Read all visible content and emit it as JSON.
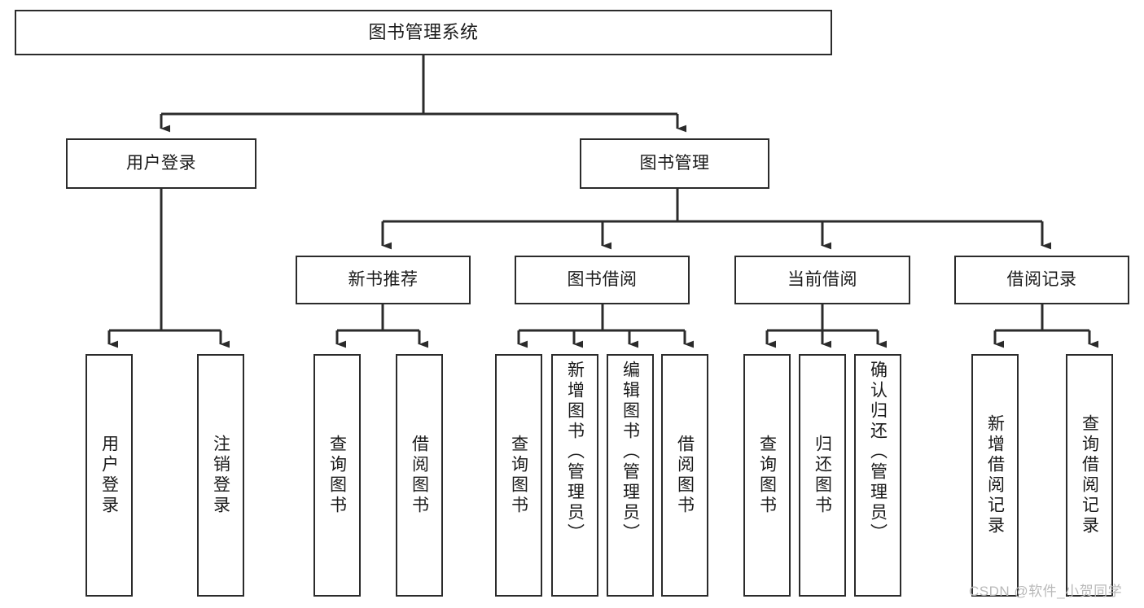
{
  "diagram": {
    "type": "tree",
    "title": "图书管理系统",
    "orientation": "top-down",
    "colors": {
      "box_border": "#2b2b2b",
      "box_fill": "#ffffff",
      "edge": "#2b2b2b",
      "text": "#1a1a1a",
      "watermark": "#b9b9b9"
    },
    "root": {
      "label": "图书管理系统"
    },
    "level2": [
      {
        "label": "用户登录"
      },
      {
        "label": "图书管理"
      }
    ],
    "level3": [
      {
        "label": "新书推荐"
      },
      {
        "label": "图书借阅"
      },
      {
        "label": "当前借阅"
      },
      {
        "label": "借阅记录"
      }
    ],
    "leaves": {
      "user_login": [
        {
          "label": "用户登录"
        },
        {
          "label": "注销登录"
        }
      ],
      "new_book_recommend": [
        {
          "label": "查询图书"
        },
        {
          "label": "借阅图书"
        }
      ],
      "book_borrow": [
        {
          "label": "查询图书"
        },
        {
          "label": "新增图书（管理员）"
        },
        {
          "label": "编辑图书（管理员）"
        },
        {
          "label": "借阅图书"
        }
      ],
      "current_borrow": [
        {
          "label": "查询图书"
        },
        {
          "label": "归还图书"
        },
        {
          "label": "确认归还（管理员）"
        }
      ],
      "borrow_record": [
        {
          "label": "新增借阅记录"
        },
        {
          "label": "查询借阅记录"
        }
      ]
    }
  },
  "watermark": {
    "text": "CSDN @软件_小贺同学"
  }
}
